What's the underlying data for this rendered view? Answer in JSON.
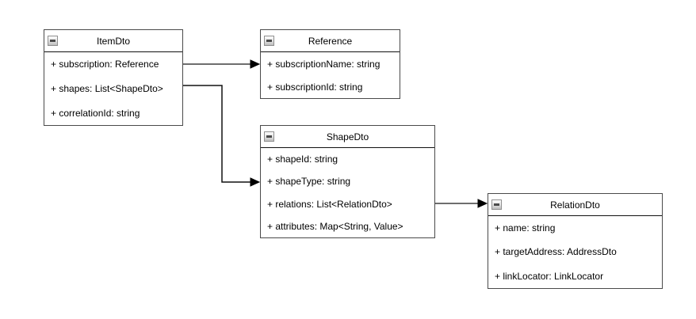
{
  "diagram": {
    "type": "uml-class-diagram",
    "classes": [
      {
        "title": "ItemDto",
        "attributes": [
          "+ subscription: Reference",
          "+ shapes: List<ShapeDto>",
          "+ correlationId: string"
        ]
      },
      {
        "title": "Reference",
        "attributes": [
          "+ subscriptionName: string",
          "+ subscriptionId: string"
        ]
      },
      {
        "title": "ShapeDto",
        "attributes": [
          "+ shapeId: string",
          "+ shapeType: string",
          "+ relations: List<RelationDto>",
          "+ attributes: Map<String, Value>"
        ]
      },
      {
        "title": "RelationDto",
        "attributes": [
          "+ name: string",
          "+ targetAddress: AddressDto",
          "+ linkLocator: LinkLocator"
        ]
      }
    ],
    "relations": [
      {
        "from": "ItemDto",
        "from_attribute": "subscription",
        "to": "Reference"
      },
      {
        "from": "ItemDto",
        "from_attribute": "shapes",
        "to": "ShapeDto"
      },
      {
        "from": "ShapeDto",
        "from_attribute": "relations",
        "to": "RelationDto"
      }
    ],
    "icons": {
      "collapse": "minus-square-icon"
    },
    "colors": {
      "background": "#ffffff",
      "box_border": "#4a4a4a",
      "header_separator": "#111111",
      "connector_gray": "#6e6e6e",
      "connector_black": "#111111",
      "arrowhead": "#000000",
      "text": "#000000"
    }
  }
}
